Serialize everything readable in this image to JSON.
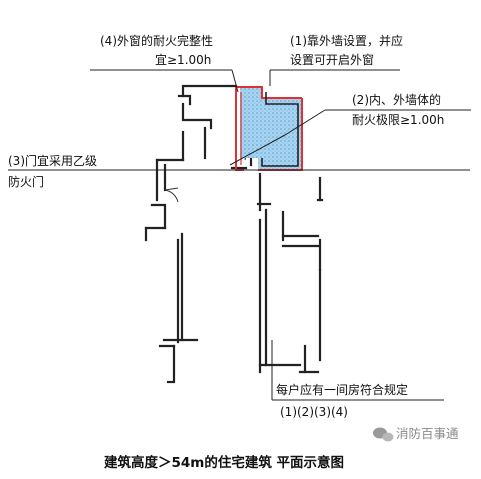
{
  "labels": {
    "window_fire_integrity_1": "(4)外窗的耐火完整性",
    "window_fire_integrity_2": "宜≥1.00h",
    "exterior_wall_1": "(1)靠外墙设置，并应",
    "exterior_wall_2": "设置可开启外窗",
    "wall_fire_limit_1": "(2)内、外墙体的",
    "wall_fire_limit_2": "耐火极限≥1.00h",
    "door_class_1": "(3)门宜采用乙级",
    "door_class_2": "防火门",
    "per_unit_1": "每户应有一间房符合规定",
    "per_unit_2": "(1)(2)(3)(4)"
  },
  "caption": "建筑高度＞54m的住宅建筑  平面示意图",
  "watermark": "消防百事通",
  "colors": {
    "room_fill": "#a8d4f0",
    "room_hatch": "#5aa0d6",
    "highlight": "#e23030",
    "wall": "#222222"
  }
}
